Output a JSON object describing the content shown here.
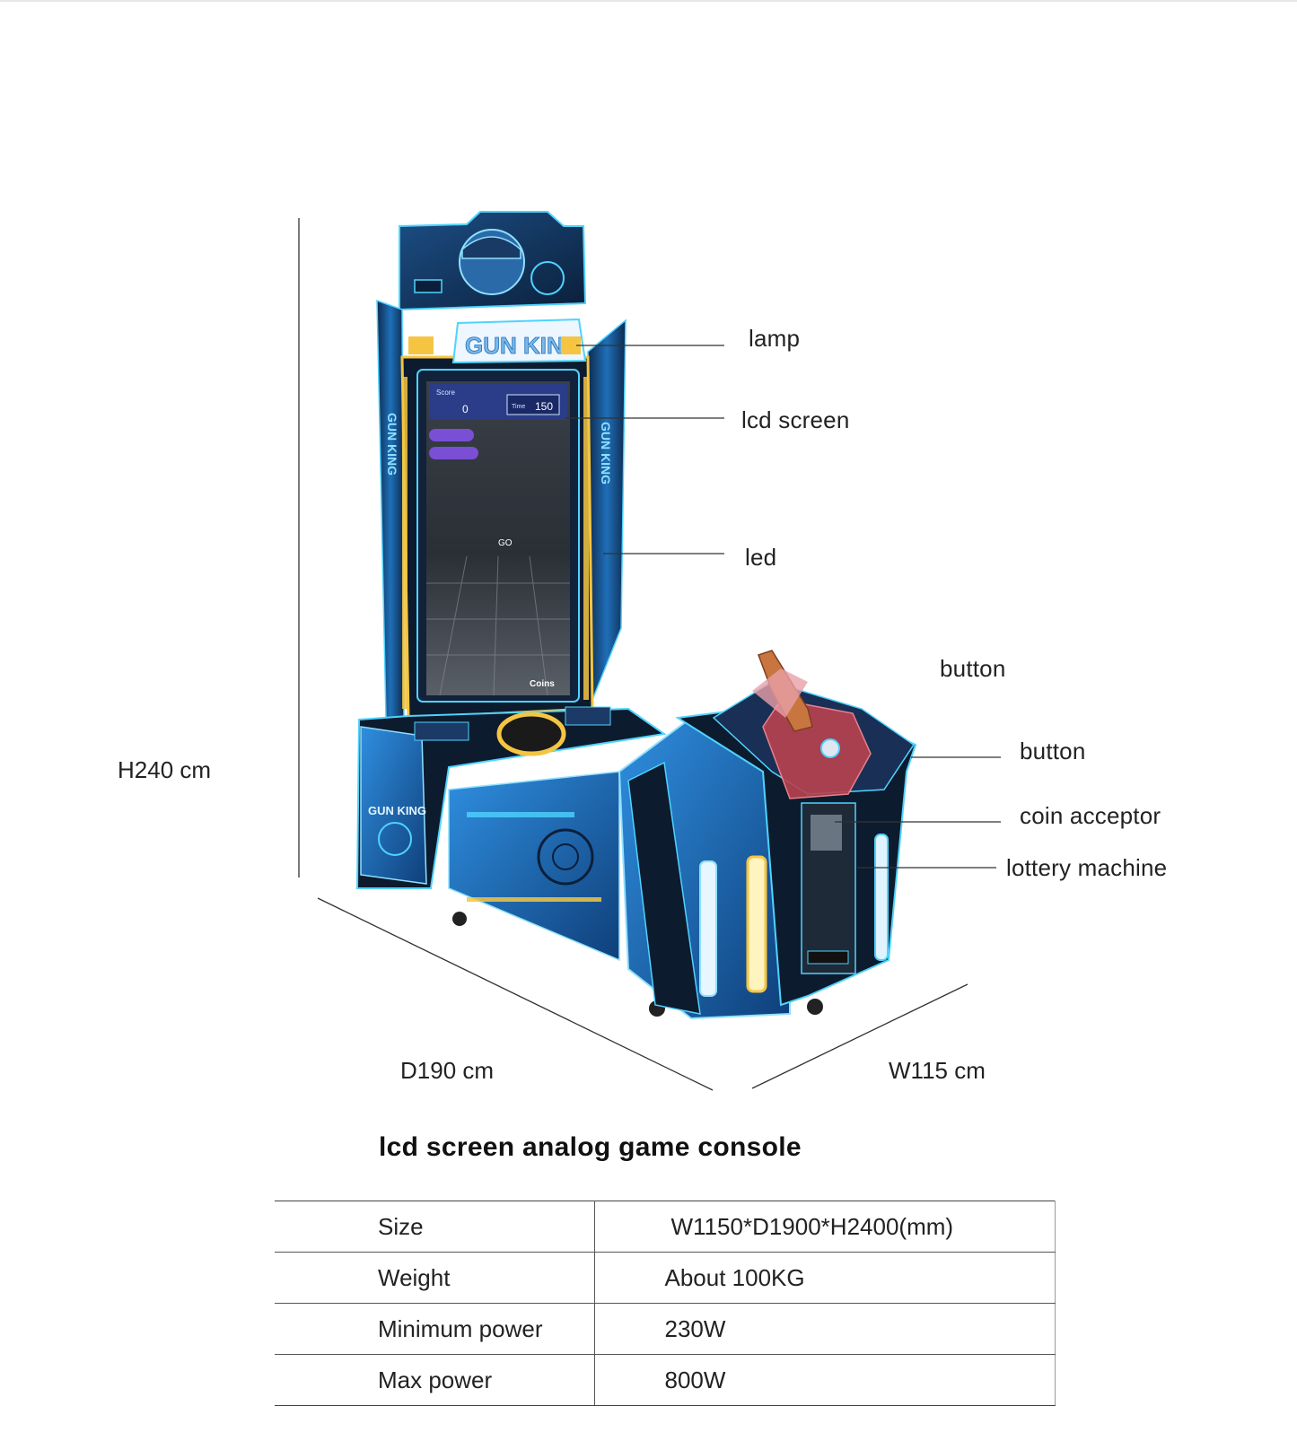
{
  "callouts": {
    "lamp": "lamp",
    "lcd_screen": "lcd screen",
    "led": "led",
    "button_top": "button",
    "button": "button",
    "coin_acceptor": "coin acceptor",
    "lottery_machine": "lottery machine"
  },
  "dimensions": {
    "height": "H240 cm",
    "depth": "D190 cm",
    "width": "W115 cm"
  },
  "machine": {
    "marquee_text": "GUN KING",
    "side_text": "GUN KING",
    "hud_score_label": "Score",
    "hud_score_value": "0",
    "hud_time_label": "Time",
    "hud_time_value": "150",
    "hud_center_text": "GO",
    "hud_coins_label": "Coins"
  },
  "title": "lcd screen analog game console",
  "specs": [
    {
      "label": "Size",
      "value": "W1150*D1900*H2400(mm)"
    },
    {
      "label": "Weight",
      "value": "About 100KG"
    },
    {
      "label": "Minimum power",
      "value": "230W"
    },
    {
      "label": "Max power",
      "value": "800W"
    }
  ],
  "colors": {
    "cabinet_blue": "#1f6fb8",
    "cabinet_dark": "#0d1b2e",
    "accent_yellow": "#f5c542",
    "accent_cyan": "#4fd3ff"
  }
}
